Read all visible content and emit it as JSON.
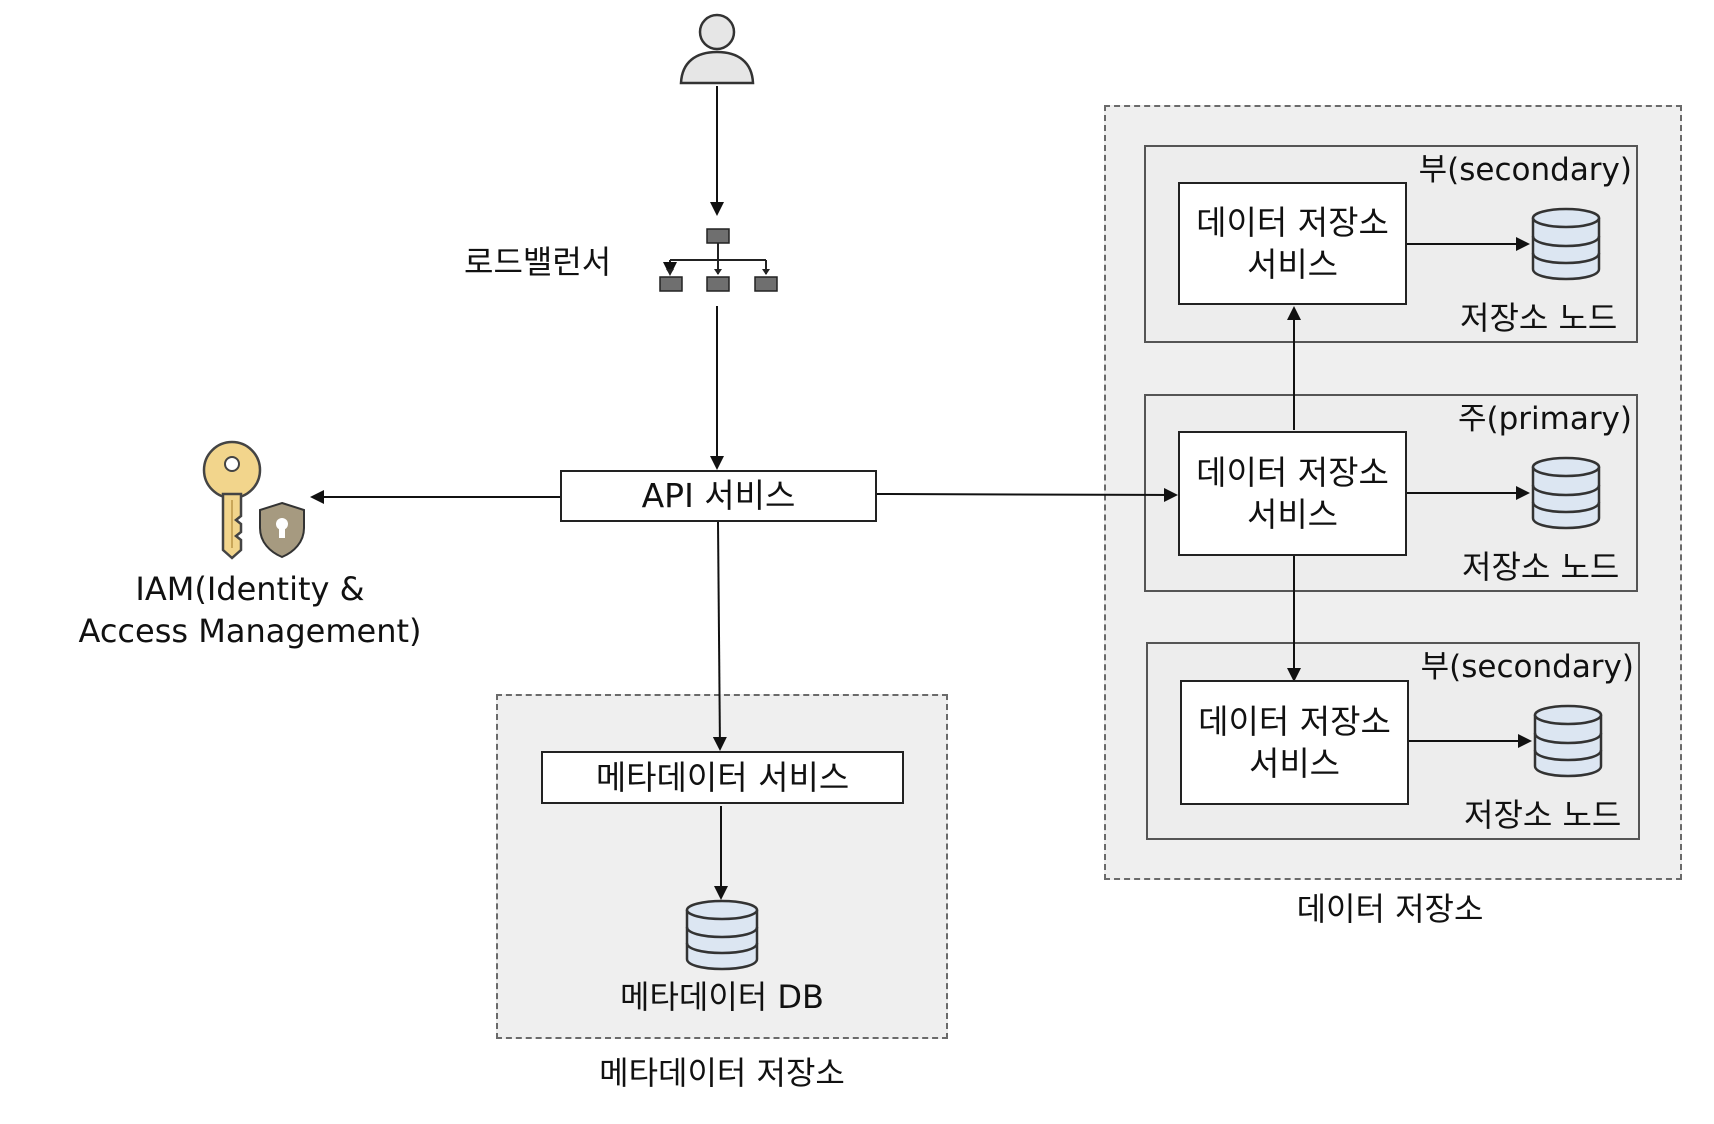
{
  "user": {
    "icon": "user-icon"
  },
  "load_balancer": {
    "label": "로드밸런서",
    "icon": "network-hierarchy-icon"
  },
  "api_service": {
    "label": "API 서비스"
  },
  "iam": {
    "label": "IAM(Identity &\nAccess Management)",
    "icon": "key-shield-icon"
  },
  "metadata_store": {
    "region_label": "메타데이터 저장소",
    "service_label": "메타데이터 서비스",
    "db_label": "메타데이터 DB"
  },
  "data_store": {
    "region_label": "데이터 저장소",
    "panels": [
      {
        "title": "부(secondary)",
        "service_label": "데이터 저장소\n서비스",
        "node_label": "저장소 노드"
      },
      {
        "title": "주(primary)",
        "service_label": "데이터 저장소\n서비스",
        "node_label": "저장소 노드"
      },
      {
        "title": "부(secondary)",
        "service_label": "데이터 저장소\n서비스",
        "node_label": "저장소 노드"
      }
    ]
  },
  "colors": {
    "region_fill": "#efefef",
    "database_fill": "#dce6f2",
    "key_gold": "#f2d58c",
    "shield_fill": "#a69a80"
  }
}
